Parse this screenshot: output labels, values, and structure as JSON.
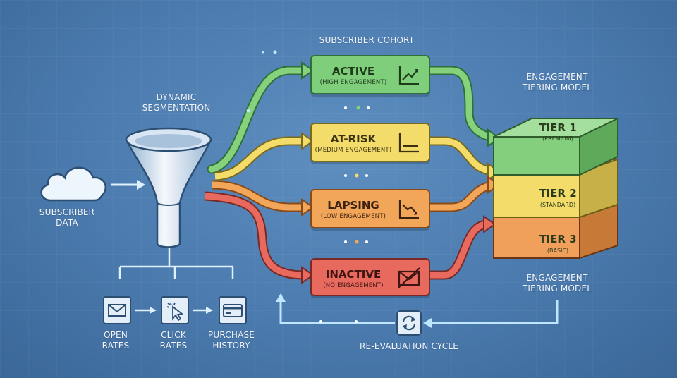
{
  "labels": {
    "subscriber_cohort": "SUBSCRIBER COHORT",
    "dynamic_segmentation": "DYNAMIC\nSEGMENTATION",
    "subscriber_data": "SUBSCRIBER\nDATA",
    "tiering_top": "ENGAGEMENT\nTIERING MODEL",
    "tiering_bottom": "ENGAGEMENT\nTIERING MODEL",
    "re_evaluation": "RE-EVALUATION CYCLE"
  },
  "cohorts": [
    {
      "title": "ACTIVE",
      "subtitle": "(HIGH ENGAGEMENT)",
      "icon": "trend-up-icon",
      "color": "#7fce7c"
    },
    {
      "title": "AT-RISK",
      "subtitle": "(MEDIUM ENGAGEMENT)",
      "icon": "flat-trend-icon",
      "color": "#f3dc6a"
    },
    {
      "title": "LAPSING",
      "subtitle": "(LOW ENGAGEMENT)",
      "icon": "trend-down-icon",
      "color": "#f2a65a"
    },
    {
      "title": "INACTIVE",
      "subtitle": "(NO ENGAGEMENT)",
      "icon": "crossed-envelope-icon",
      "color": "#e86a5e"
    }
  ],
  "tiers": [
    {
      "title": "TIER 1",
      "subtitle": "(PREMIUM)",
      "color": "#83cf7e"
    },
    {
      "title": "TIER 2",
      "subtitle": "(STANDARD)",
      "color": "#f3dc6a"
    },
    {
      "title": "TIER 3",
      "subtitle": "(BASIC)",
      "color": "#f0a05a"
    }
  ],
  "sources": [
    {
      "label": "OPEN\nRATES",
      "icon": "envelope-icon"
    },
    {
      "label": "CLICK\nRATES",
      "icon": "cursor-click-icon"
    },
    {
      "label": "PURCHASE\nHISTORY",
      "icon": "credit-card-icon"
    }
  ],
  "icons": {
    "cloud": "cloud-icon",
    "funnel": "funnel-icon",
    "cycle": "refresh-icon"
  }
}
